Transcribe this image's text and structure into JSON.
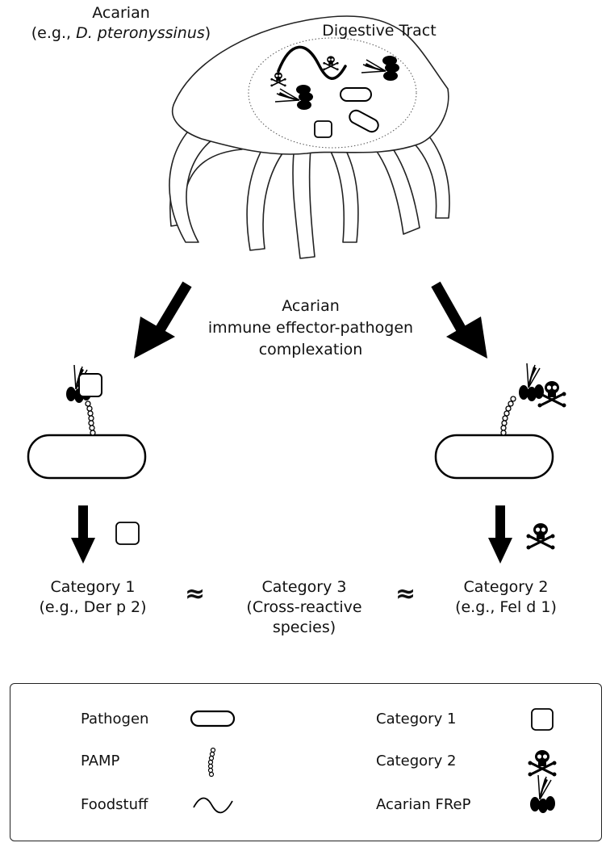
{
  "acarian_label": {
    "line1": "Acarian",
    "line2_prefix": "(e.g., ",
    "line2_species": "D. pteronyssinus",
    "line2_suffix": ")"
  },
  "digestive_tract_label": "Digestive Tract",
  "complexation_label": {
    "line1": "Acarian",
    "line2": "immune effector-pathogen",
    "line3": "complexation"
  },
  "category1": {
    "title": "Category 1",
    "example": "(e.g., Der p 2)"
  },
  "category3": {
    "title": "Category 3",
    "line2": "(Cross-reactive",
    "line3": "species)"
  },
  "category2": {
    "title": "Category 2",
    "example": "(e.g., Fel d 1)"
  },
  "approx_symbol": "≈",
  "legend": {
    "pathogen": "Pathogen",
    "pamp": "PAMP",
    "foodstuff": "Foodstuff",
    "category1": "Category 1",
    "category2": "Category 2",
    "frep": "Acarian FReP"
  },
  "icons": [
    "pathogen-icon",
    "pamp-icon",
    "foodstuff-icon",
    "category1-icon",
    "category2-skull-icon",
    "frep-icon",
    "arrow-icon",
    "mite-icon"
  ]
}
